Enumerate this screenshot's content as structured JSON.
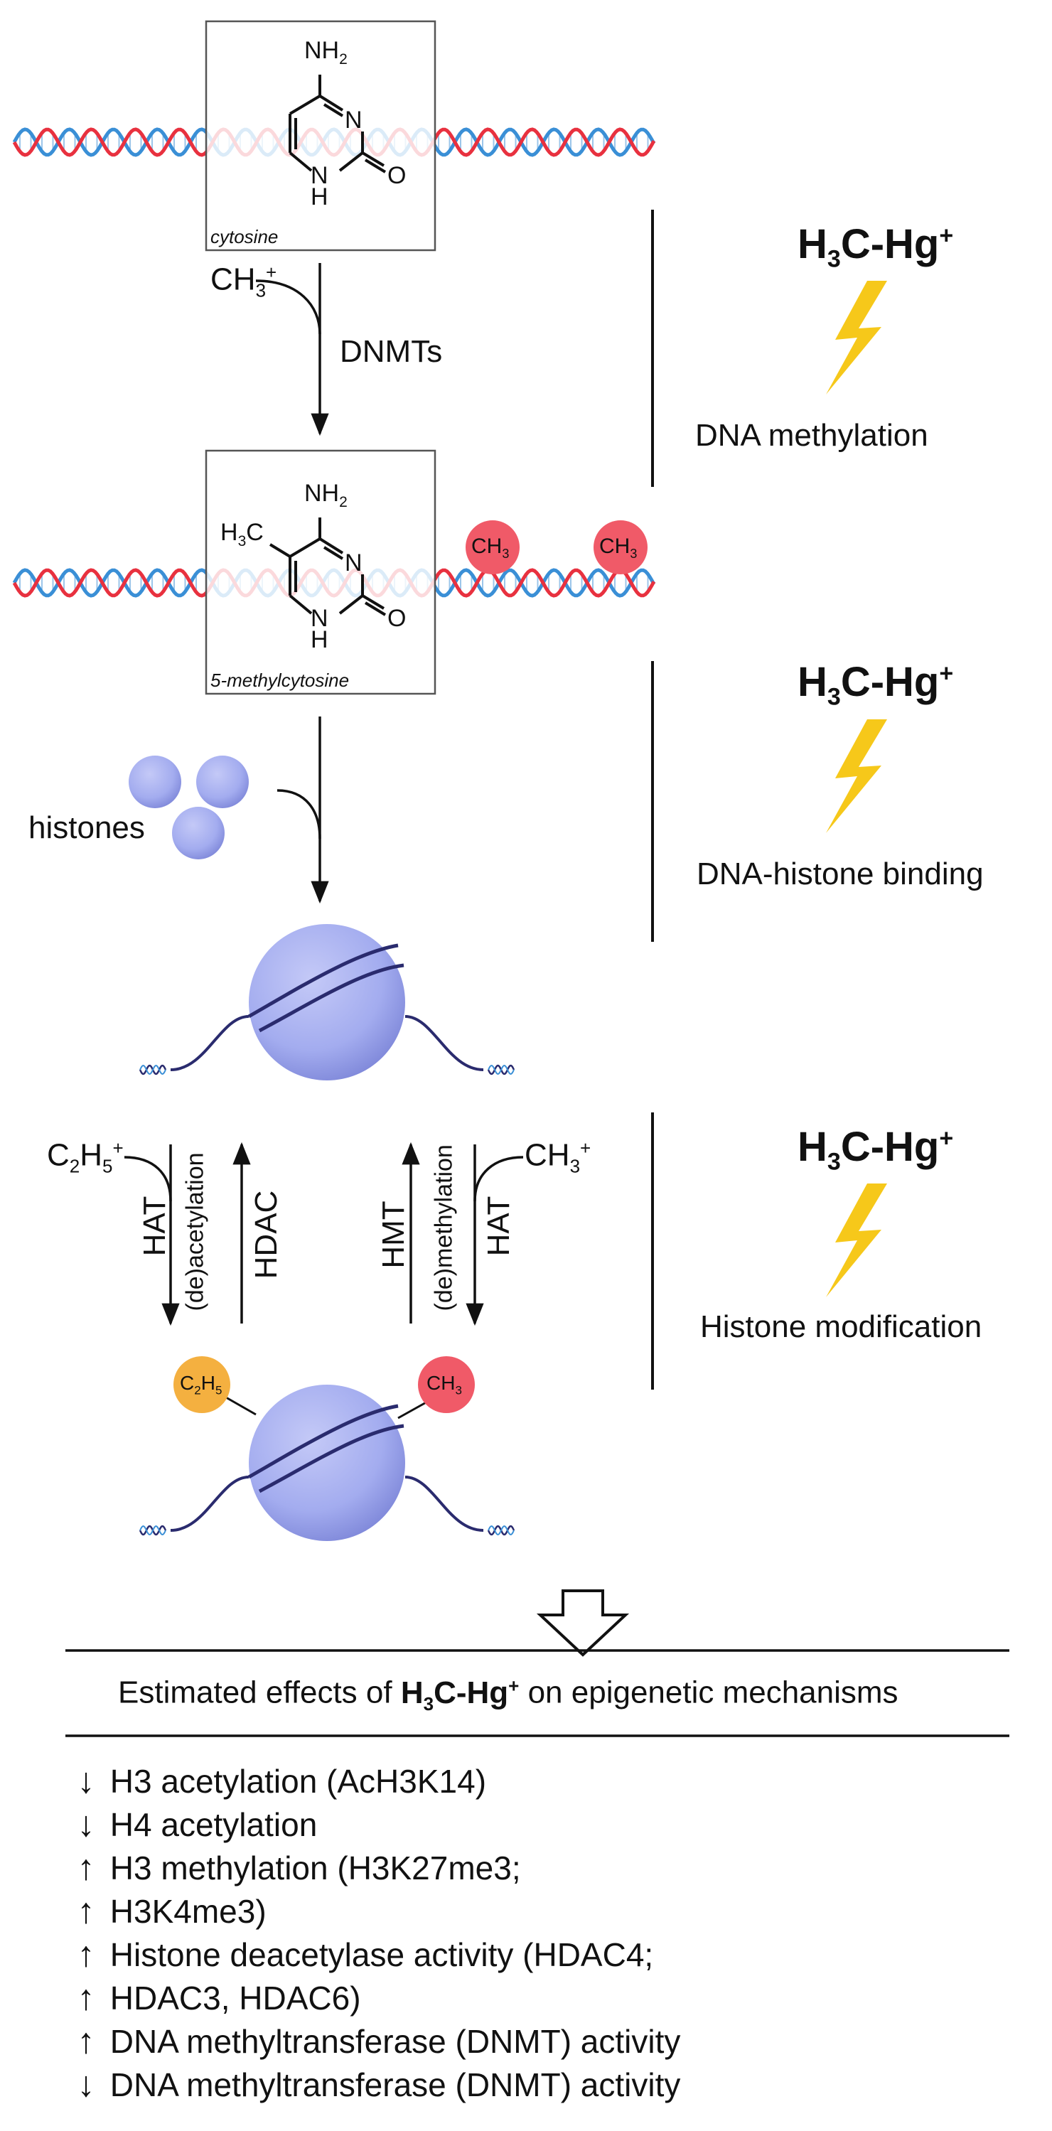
{
  "molecules": {
    "top": {
      "name": "cytosine",
      "nh2": "NH2",
      "n": "N",
      "nh": "NH",
      "o": "O"
    },
    "bottom": {
      "name": "5-methylcytosine",
      "nh2": "NH2",
      "h3c": "H3C",
      "n": "N",
      "nh": "NH",
      "o": "O"
    }
  },
  "methyl_tags": [
    "CH3",
    "CH3"
  ],
  "reactions": {
    "methylation": {
      "reagent": "CH3+",
      "enzyme": "DNMTs"
    },
    "histones_label": "histones",
    "acetylation": {
      "reagent": "C2H5+",
      "forward": "HAT",
      "mid": "(de)acetylation",
      "reverse": "HDAC"
    },
    "histone_methylation": {
      "reagent": "CH3+",
      "forward": "HMT",
      "mid": "(de)methylation",
      "reverse": "HAT"
    },
    "modified_tags": {
      "acetyl": "C2H5",
      "methyl": "CH3"
    }
  },
  "mercury_panels": [
    {
      "formula": "H3C-Hg+",
      "effect": "DNA methylation"
    },
    {
      "formula": "H3C-Hg+",
      "effect": "DNA-histone binding"
    },
    {
      "formula": "H3C-Hg+",
      "effect": "Histone modification"
    }
  ],
  "summary": {
    "title_prefix": "Estimated effects of ",
    "title_formula": "H3C-Hg+",
    "title_suffix": " on epigenetic mechanisms",
    "effects": [
      {
        "direction": "down",
        "text": "H3 acetylation (AcH3K14)"
      },
      {
        "direction": "down",
        "text": "H4 acetylation"
      },
      {
        "direction": "up",
        "text": "H3 methylation (H3K27me3;"
      },
      {
        "direction": "up",
        "text": "H3K4me3)"
      },
      {
        "direction": "up",
        "text": "Histone deacetylase activity (HDAC4;"
      },
      {
        "direction": "up",
        "text": "HDAC3, HDAC6)"
      },
      {
        "direction": "up",
        "text": "DNA methyltransferase (DNMT) activity"
      },
      {
        "direction": "down",
        "text": "DNA methyltransferase (DNMT) activity"
      }
    ]
  },
  "colors": {
    "dna_red": "#e8313f",
    "dna_blue": "#3a8fd6",
    "histone": "#a3acef",
    "histone_dark": "#6f78cf",
    "wrap": "#2a2b6e",
    "methyl_tag": "#f05a68",
    "acetyl_tag": "#f4b040",
    "bolt": "#f6c81a"
  }
}
